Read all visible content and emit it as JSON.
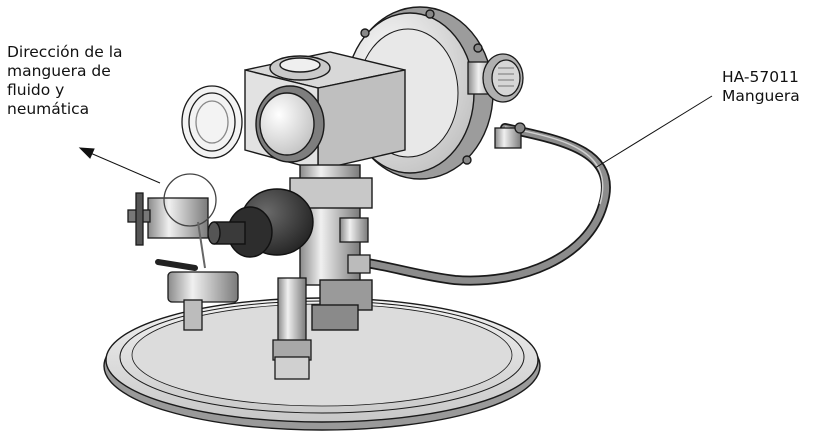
{
  "callouts": {
    "direction": {
      "lines": [
        "Dirección de la",
        "manguera de",
        "fluido y",
        "neumática"
      ]
    },
    "hose": {
      "lines": [
        "HA-57011",
        "Manguera"
      ]
    }
  },
  "illustration": {
    "subject": "pump-regulator-assembly-on-drum-cover",
    "stroke_color": "#1a1a1a",
    "metal_light": "#e6e6e6",
    "metal_mid": "#bdbdbd",
    "metal_dark": "#5a5a5a"
  }
}
